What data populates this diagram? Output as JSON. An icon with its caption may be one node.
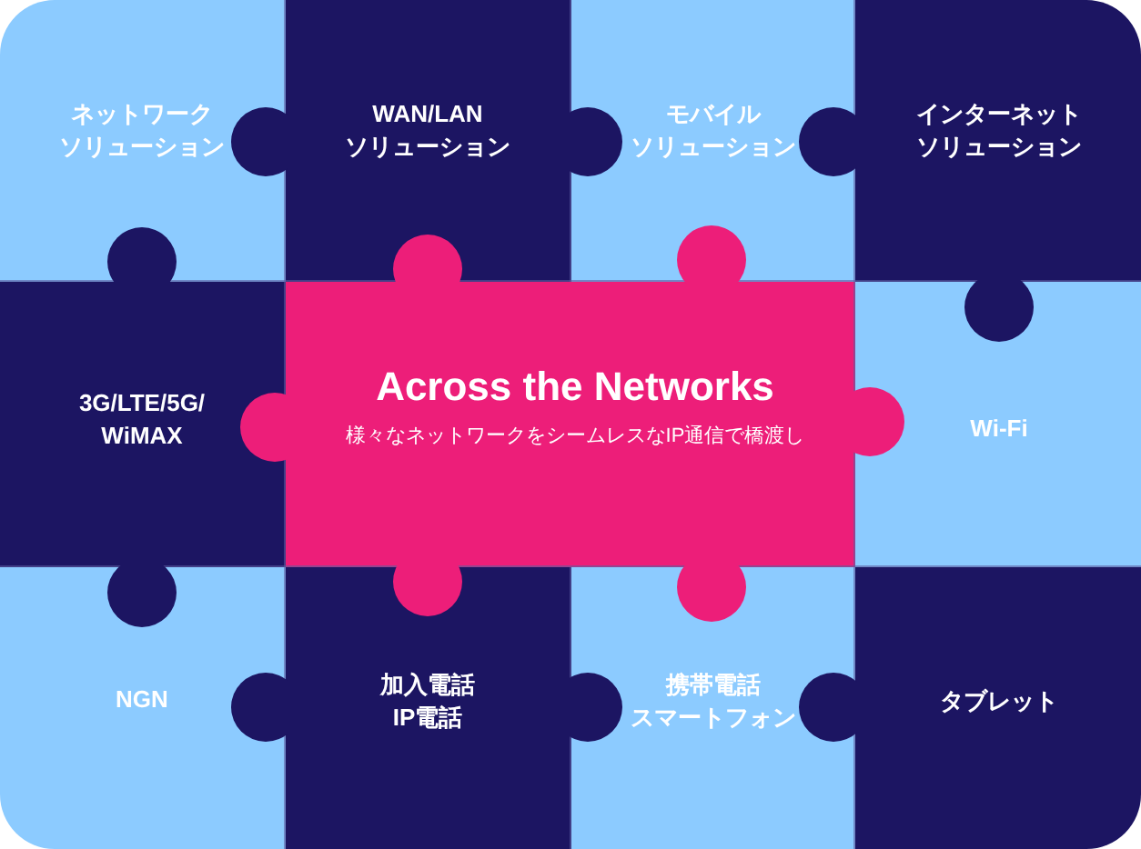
{
  "diagram": {
    "nodes": [
      {
        "text": [
          "ネットワークソリューション"
        ]
      },
      {
        "text": [
          "WAN/LANソリューション"
        ]
      },
      {
        "text": [
          "モバイルソリューション"
        ]
      },
      {
        "text": [
          "インターネットソリューション"
        ]
      },
      {
        "text": [
          "3G/LTE/5G/ WiMAX"
        ]
      },
      {
        "text": [
          "Across the Networks",
          "様々なネットワークをシームレスなIP通信で橋渡し"
        ]
      },
      {
        "text": [
          "Wi-Fi"
        ]
      },
      {
        "text": [
          "NGN"
        ]
      },
      {
        "text": [
          "加入電話IP電話"
        ]
      },
      {
        "text": [
          "携帯電話スマートフォン"
        ]
      },
      {
        "text": [
          "タブレット"
        ]
      }
    ]
  }
}
